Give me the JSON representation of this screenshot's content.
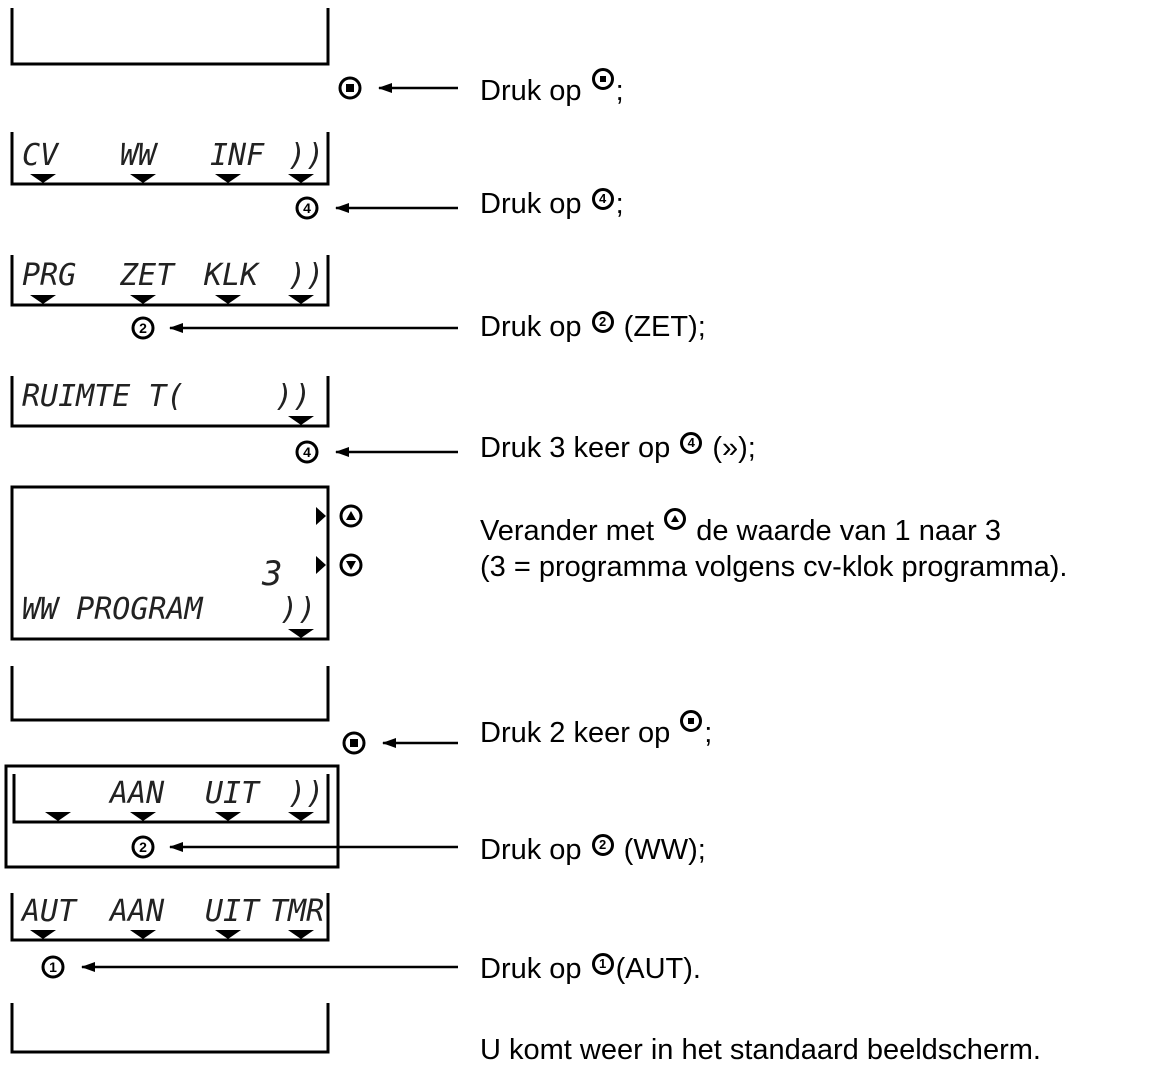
{
  "instructions": {
    "s1": {
      "pre": "Druk op",
      "post": ";"
    },
    "s2": {
      "pre": "Druk op",
      "key": "4",
      "post": ";"
    },
    "s3": {
      "pre": "Druk op",
      "key": "2",
      "post": "(ZET);"
    },
    "s4": {
      "pre": "Druk 3 keer op",
      "key": "4",
      "post": "(»);"
    },
    "s5": {
      "pre": "Verander met",
      "post": "de waarde van 1 naar 3",
      "line2": "(3 = programma volgens cv-klok programma)."
    },
    "s6": {
      "pre": "Druk 2 keer op",
      "post": ";"
    },
    "s7": {
      "pre": "Druk op",
      "key": "2",
      "post": "(WW);"
    },
    "s8": {
      "pre": "Druk op",
      "key": "1",
      "post": "(AUT)."
    },
    "s9": {
      "text": "U komt weer in het standaard beeldscherm."
    }
  },
  "screens": {
    "d2": {
      "labels": [
        "CV",
        "WW",
        "INF",
        "))"
      ],
      "key": "4"
    },
    "d3": {
      "labels": [
        "PRG",
        "ZET",
        "KLK",
        "))"
      ],
      "key": "2"
    },
    "d4": {
      "labels": [
        "RUIMTE T(",
        "))"
      ],
      "key": "4"
    },
    "d5": {
      "value": "3",
      "label": "WW PROGRAM",
      "more": "))"
    },
    "d7": {
      "labels": [
        "AAN",
        "UIT",
        "))"
      ],
      "key": "2"
    },
    "d8": {
      "labels": [
        "AUT",
        "AAN",
        "UIT",
        "TMR"
      ],
      "key": "1"
    }
  }
}
